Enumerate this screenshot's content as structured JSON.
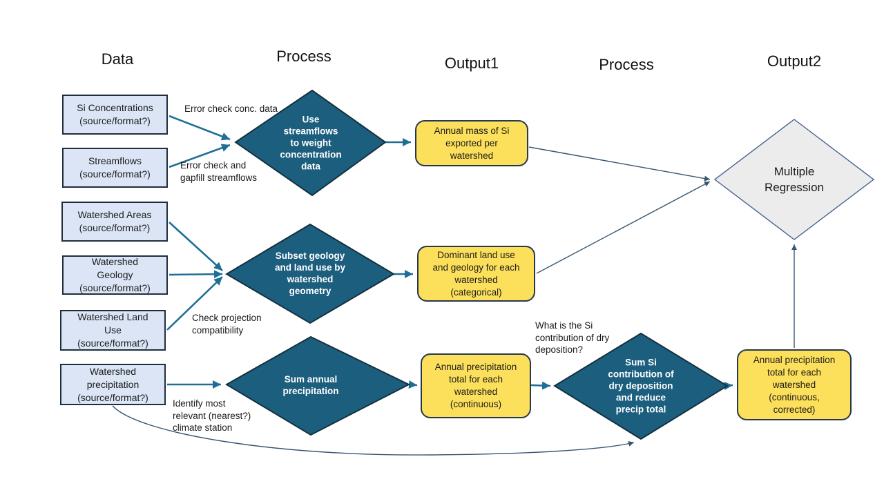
{
  "column_headers": [
    {
      "label": "Data"
    },
    {
      "label": "Process"
    },
    {
      "label": "Output1"
    },
    {
      "label": "Process"
    },
    {
      "label": "Output2"
    }
  ],
  "data_nodes": [
    {
      "label": "Si Concentrations\n(source/format?)"
    },
    {
      "label": "Streamflows\n(source/format?)"
    },
    {
      "label": "Watershed Areas\n(source/format?)"
    },
    {
      "label": "Watershed\nGeology\n(source/format?)"
    },
    {
      "label": "Watershed Land\nUse\n(source/format?)"
    },
    {
      "label": "Watershed\nprecipitation\n(source/format?)"
    }
  ],
  "process_nodes": [
    {
      "label": "Use\nstreamflows\nto weight\nconcentration\ndata"
    },
    {
      "label": "Subset geology\nand land use by\nwatershed\ngeometry"
    },
    {
      "label": "Sum annual\nprecipitation"
    },
    {
      "label": "Sum Si\ncontribution of\ndry deposition\nand reduce\nprecip total"
    }
  ],
  "output_nodes": [
    {
      "label": "Annual mass of Si\nexported per\nwatershed"
    },
    {
      "label": "Dominant land use\nand geology for each\nwatershed\n(categorical)"
    },
    {
      "label": "Annual precipitation\ntotal for each\nwatershed\n(continuous)"
    },
    {
      "label": "Annual precipitation\ntotal for each\nwatershed\n(continuous,\ncorrected)"
    }
  ],
  "final_node": {
    "label": "Multiple\nRegression"
  },
  "edge_labels": [
    {
      "text": "Error check conc. data"
    },
    {
      "text": "Error check and\ngapfill streamflows"
    },
    {
      "text": "Check projection\ncompatibility"
    },
    {
      "text": "Identify most\nrelevant (nearest?)\nclimate station"
    },
    {
      "text": "What is the Si\ncontribution of dry\ndeposition?"
    }
  ],
  "colors": {
    "data_node_fill": "#dbe5f6",
    "data_node_border": "#1f2e3d",
    "process_node_fill": "#1c5e7e",
    "process_node_border": "#14303f",
    "output_node_fill": "#fcdf5a",
    "output_node_border": "#25384e",
    "final_node_fill": "#ececec",
    "final_node_border": "#44618c",
    "arrow": "#1f6e95",
    "thin_line": "#375571",
    "text_light": "#ffffff",
    "text_dark": "#1a1a1a"
  }
}
